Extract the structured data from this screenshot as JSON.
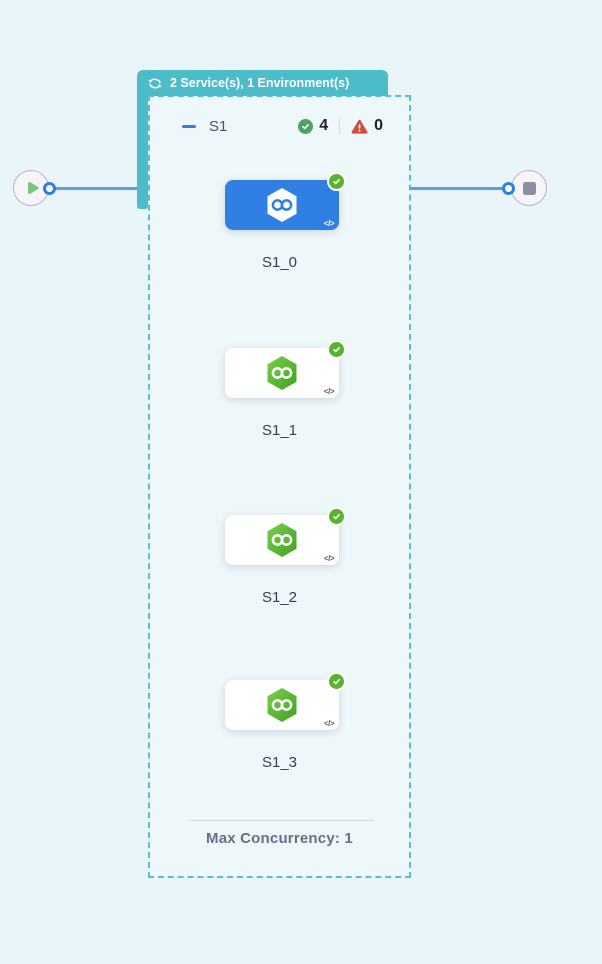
{
  "colors": {
    "background": "#eaf5f9",
    "teal_header": "#4cbcc9",
    "dashed_border": "#55c1ce",
    "selected_card_blue": "#3080e3",
    "edge_blue": "#5b9de6",
    "port_ring_blue": "#2e7fe2",
    "stage_success_green": "#4ba55a",
    "node_badge_green": "#57b42f",
    "error_red": "#d14b3c",
    "hexagon_green_top": "#7dcd4e",
    "hexagon_green_bottom": "#3ea21f",
    "play_green": "#79c97c",
    "stop_gray": "#8f8da4"
  },
  "header": {
    "icon": "loop-icon",
    "label": "2 Service(s), 1 Environment(s)"
  },
  "stage": {
    "name": "S1",
    "collapse_icon": "minus-icon",
    "success_count": "4",
    "error_count": "0"
  },
  "flow": {
    "start_icon": "play-icon",
    "end_icon": "stop-icon"
  },
  "nodes": [
    {
      "label": "S1_0",
      "selected": true,
      "status": "success",
      "service_icon": "infinity-hexagon-icon"
    },
    {
      "label": "S1_1",
      "selected": false,
      "status": "success",
      "service_icon": "infinity-hexagon-icon"
    },
    {
      "label": "S1_2",
      "selected": false,
      "status": "success",
      "service_icon": "infinity-hexagon-icon"
    },
    {
      "label": "S1_3",
      "selected": false,
      "status": "success",
      "service_icon": "infinity-hexagon-icon"
    }
  ],
  "icons": {
    "code_glyph": "</>"
  },
  "footer": {
    "max_concurrency": "Max Concurrency: 1"
  }
}
